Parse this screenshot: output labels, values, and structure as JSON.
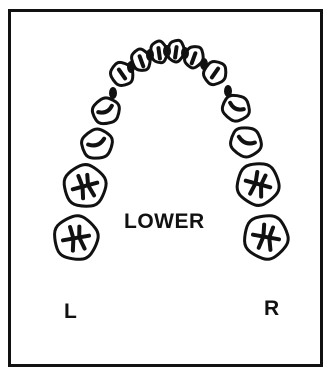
{
  "diagram": {
    "jaw_label": "LOWER",
    "side_left": "L",
    "side_right": "R"
  },
  "colors": {
    "ink": "#111111",
    "background": "#ffffff"
  }
}
